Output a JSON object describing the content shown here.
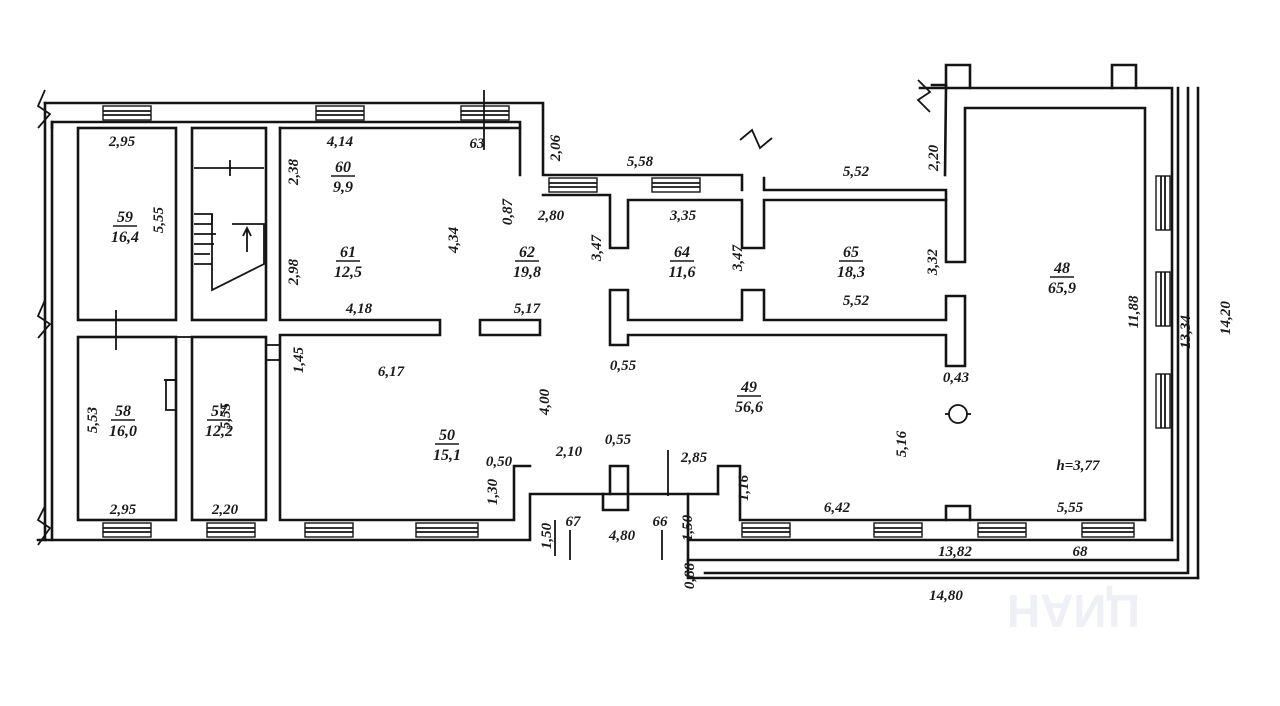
{
  "rooms": [
    {
      "no": "59",
      "area": "16,4"
    },
    {
      "no": "60",
      "area": "9,9"
    },
    {
      "no": "61",
      "area": "12,5"
    },
    {
      "no": "62",
      "area": "19,8"
    },
    {
      "no": "64",
      "area": "11,6"
    },
    {
      "no": "65",
      "area": "18,3"
    },
    {
      "no": "48",
      "area": "65,9"
    },
    {
      "no": "58",
      "area": "16,0"
    },
    {
      "no": "57",
      "area": "12,2"
    },
    {
      "no": "50",
      "area": "15,1"
    },
    {
      "no": "49",
      "area": "56,6"
    }
  ],
  "dims": [
    "2,95",
    "5,55",
    "4,14",
    "2,38",
    "63",
    "2,06",
    "0,87",
    "5,58",
    "5,52",
    "2,20",
    "4,34",
    "2,98",
    "2,80",
    "3,47",
    "3,35",
    "3,47",
    "3,32",
    "11,88",
    "13,34",
    "14,20",
    "4,18",
    "5,17",
    "5,52",
    "1,45",
    "6,17",
    "0,55",
    "0,43",
    "4,00",
    "5,53",
    "5,55",
    "2,10",
    "0,55",
    "2,85",
    "5,16",
    "h=3,77",
    "0,50",
    "1,30",
    "1,16",
    "6,42",
    "5,55",
    "2,95",
    "2,20",
    "1,50",
    "67",
    "4,80",
    "66",
    "1,50",
    "13,82",
    "68",
    "0,88",
    "14,80"
  ],
  "watermark": "ЦИАН"
}
